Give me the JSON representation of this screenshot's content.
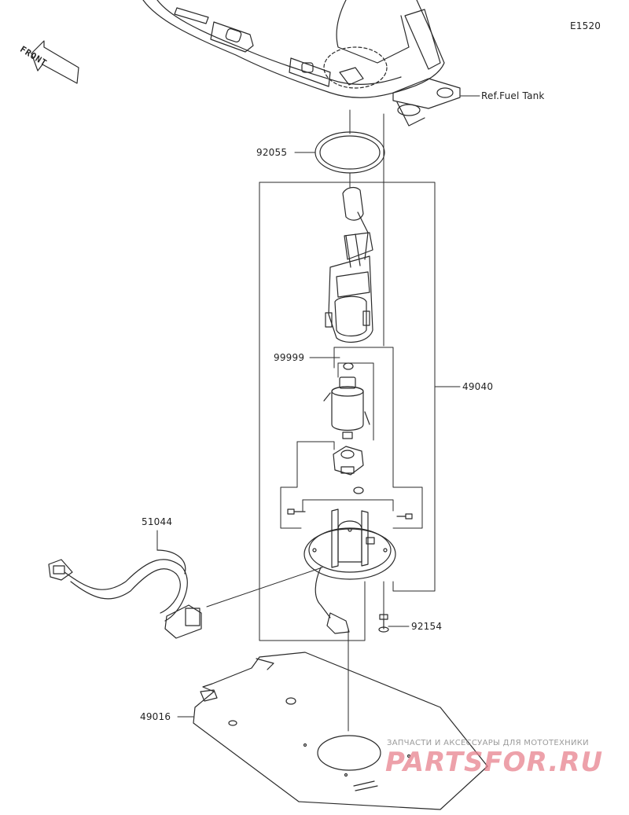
{
  "diagram": {
    "code": "E1520",
    "front_label": "FRONT",
    "ref_label": "Ref.Fuel Tank",
    "parts": [
      {
        "id": "92055"
      },
      {
        "id": "99999"
      },
      {
        "id": "49040"
      },
      {
        "id": "51044"
      },
      {
        "id": "92154"
      },
      {
        "id": "49016"
      }
    ]
  },
  "watermark": {
    "tagline": "ЗАПЧАСТИ И АКСЕССУАРЫ ДЛЯ МОТОТЕХНИКИ",
    "logo": "PARTSFOR.RU",
    "color": "#e8828e"
  }
}
